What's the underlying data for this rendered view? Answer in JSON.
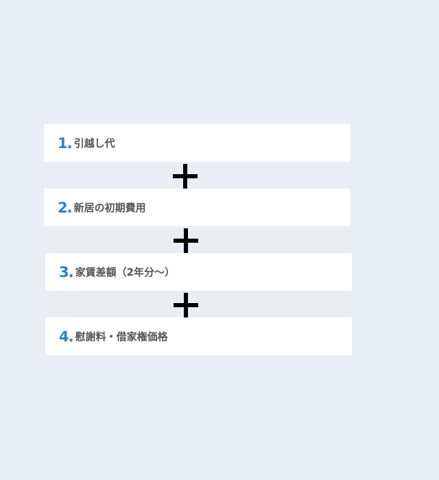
{
  "steps": [
    {
      "number": "1.",
      "label": "引越し代"
    },
    {
      "number": "2.",
      "label": "新居の初期費用"
    },
    {
      "number": "3.",
      "label": "家賃差額（2年分〜）"
    },
    {
      "number": "4.",
      "label": "慰謝料・借家権価格"
    }
  ],
  "operator_icon": "plus-icon",
  "colors": {
    "background": "#e9edf4",
    "number": "#2a82bd",
    "label": "#555555",
    "operator": "#000000"
  }
}
